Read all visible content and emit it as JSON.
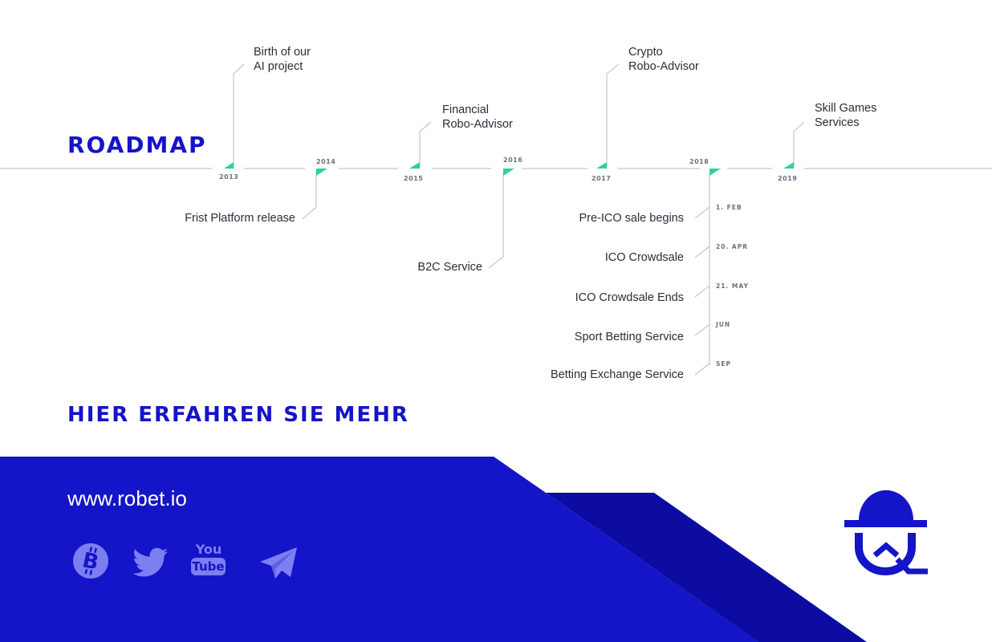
{
  "headings": {
    "roadmap": "ROADMAP",
    "learn_more": "HIER ERFAHREN SIE MEHR"
  },
  "timeline": {
    "years": {
      "y2013": "2013",
      "y2014": "2014",
      "y2015": "2015",
      "y2016": "2016",
      "y2017": "2017",
      "y2018": "2018",
      "y2019": "2019"
    },
    "milestones": {
      "birth_line1": "Birth of our",
      "birth_line2": "AI project",
      "platform": "Frist Platform release",
      "financial_line1": "Financial",
      "financial_line2": "Robo-Advisor",
      "b2c": "B2C Service",
      "crypto_line1": "Crypto",
      "crypto_line2": "Robo-Advisor",
      "skill_line1": "Skill Games",
      "skill_line2": "Services"
    },
    "events_2018": [
      {
        "date": "1. FEB",
        "label": "Pre-ICO sale begins"
      },
      {
        "date": "20. APR",
        "label": "ICO Crowdsale"
      },
      {
        "date": "21. MAY",
        "label": "ICO Crowdsale Ends"
      },
      {
        "date": "JUN",
        "label": "Sport Betting Service"
      },
      {
        "date": "SEP",
        "label": "Betting Exchange Service"
      }
    ]
  },
  "footer": {
    "url": "www.robet.io",
    "icons": [
      "bitcoin-icon",
      "twitter-icon",
      "youtube-icon",
      "telegram-icon"
    ],
    "youtube_you": "You",
    "youtube_tube": "Tube"
  },
  "colors": {
    "brand_blue": "#1414c8",
    "dark_blue": "#0c0ca3",
    "accent_green": "#2fd19a",
    "line_gray": "#c4c6cc"
  }
}
